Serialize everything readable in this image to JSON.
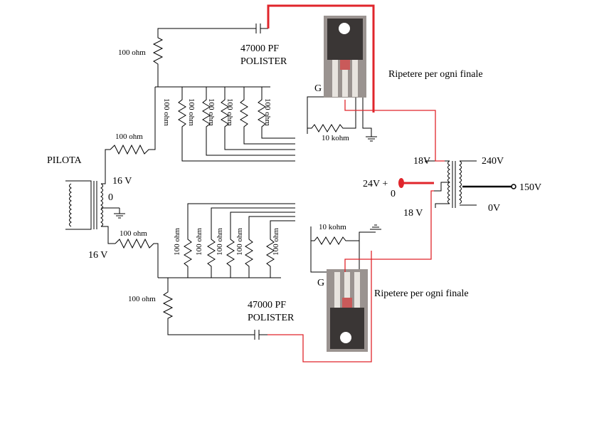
{
  "labels": {
    "pilota": "PILOTA",
    "v16_top": "16 V",
    "zero_left": "0",
    "v16_bottom": "16 V",
    "r100_top": "100 ohm",
    "r100_mid_top": "100 ohm",
    "r100_mid_bottom": "100 ohm",
    "r100_bottom": "100 ohm",
    "cap_top_value": "47000 PF",
    "cap_top_type": "POLISTER",
    "cap_bottom_value": "47000 PF",
    "cap_bottom_type": "POLISTER",
    "g_top": "G",
    "g_bottom": "G",
    "r10k_top": "10 kohm",
    "r10k_bottom": "10 kohm",
    "repeat_top": "Ripetere per ogni finale",
    "repeat_bottom": "Ripetere per ogni finale",
    "v18_top": "18V",
    "v18_bottom": "18 V",
    "v240": "240V",
    "v0": "0V",
    "v150": "150V",
    "v24": "24V +",
    "zero_right": "0",
    "gate_res_top": [
      "100 ohm",
      "100 ohm",
      "100 ohm",
      "100 ohm",
      "100 ohm"
    ],
    "gate_res_bottom": [
      "100 ohm",
      "100 ohm",
      "100 ohm",
      "100 ohm",
      "100 ohm"
    ]
  },
  "colors": {
    "wire": "#000000",
    "supply_wire": "#e0252b"
  }
}
